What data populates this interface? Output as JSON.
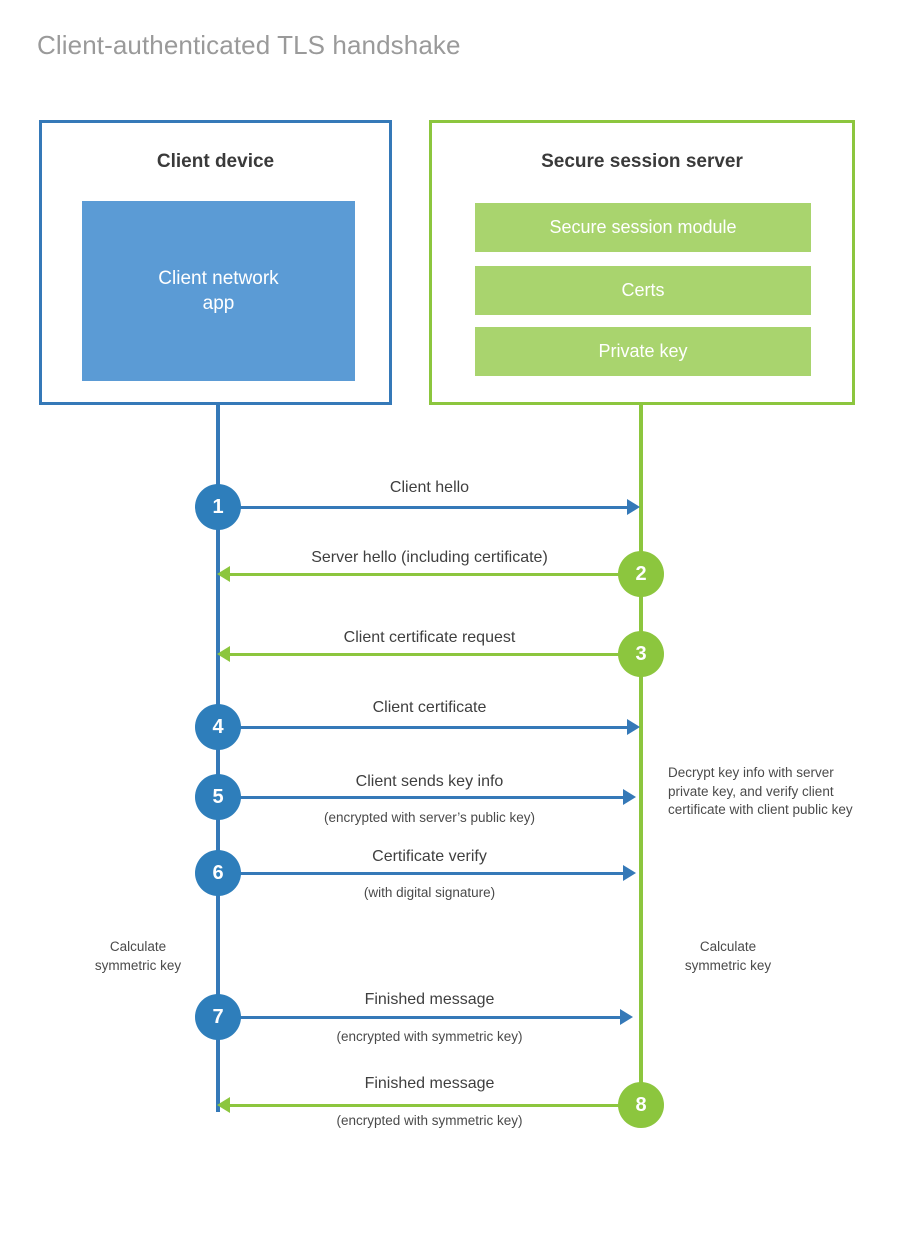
{
  "title": "Client-authenticated TLS handshake",
  "colors": {
    "client_blue": "#3579b8",
    "client_app_fill": "#5b9bd5",
    "server_green": "#8cc63e",
    "server_bar_fill": "#a9d46e",
    "step_blue": "#2e7ebb",
    "title_gray": "#9a9a9a",
    "text_gray": "#3f3f3f"
  },
  "client": {
    "title": "Client device",
    "app_label": "Client network\napp",
    "app_label_line1": "Client network",
    "app_label_line2": "app"
  },
  "server": {
    "title": "Secure session server",
    "bars": [
      {
        "label": "Secure session module"
      },
      {
        "label": "Certs"
      },
      {
        "label": "Private key"
      }
    ]
  },
  "messages": [
    {
      "number": "1",
      "label": "Client hello",
      "sublabel": "",
      "direction": "right",
      "color": "blue"
    },
    {
      "number": "2",
      "label": "Server hello (including certificate)",
      "sublabel": "",
      "direction": "left",
      "color": "green"
    },
    {
      "number": "3",
      "label": "Client certificate request",
      "sublabel": "",
      "direction": "left",
      "color": "green"
    },
    {
      "number": "4",
      "label": "Client certificate",
      "sublabel": "",
      "direction": "right",
      "color": "blue"
    },
    {
      "number": "5",
      "label": "Client sends key info",
      "sublabel": "(encrypted with server’s public key)",
      "direction": "right",
      "color": "blue"
    },
    {
      "number": "6",
      "label": "Certificate verify",
      "sublabel": "(with digital signature)",
      "direction": "right",
      "color": "blue"
    },
    {
      "number": "7",
      "label": "Finished message",
      "sublabel": "(encrypted with symmetric key)",
      "direction": "right",
      "color": "blue"
    },
    {
      "number": "8",
      "label": "Finished message",
      "sublabel": "(encrypted with symmetric key)",
      "direction": "left",
      "color": "green"
    }
  ],
  "notes": {
    "server_decrypt": "Decrypt key info with server private key, and verify client certificate with client public key",
    "client_calculate": "Calculate symmetric key",
    "server_calculate": "Calculate symmetric key"
  },
  "chart_data": {
    "type": "diagram",
    "title": "Client-authenticated TLS handshake",
    "diagram_kind": "sequence",
    "actors": [
      "Client device",
      "Secure session server"
    ],
    "steps": [
      {
        "n": 1,
        "from": "client",
        "to": "server",
        "text": "Client hello"
      },
      {
        "n": 2,
        "from": "server",
        "to": "client",
        "text": "Server hello (including certificate)"
      },
      {
        "n": 3,
        "from": "server",
        "to": "client",
        "text": "Client certificate request"
      },
      {
        "n": 4,
        "from": "client",
        "to": "server",
        "text": "Client certificate"
      },
      {
        "n": 5,
        "from": "client",
        "to": "server",
        "text": "Client sends key info (encrypted with server’s public key)"
      },
      {
        "n": 6,
        "from": "client",
        "to": "server",
        "text": "Certificate verify (with digital signature)"
      },
      {
        "n": 7,
        "from": "client",
        "to": "server",
        "text": "Finished message (encrypted with symmetric key)"
      },
      {
        "n": 8,
        "from": "server",
        "to": "client",
        "text": "Finished message (encrypted with symmetric key)"
      }
    ]
  }
}
